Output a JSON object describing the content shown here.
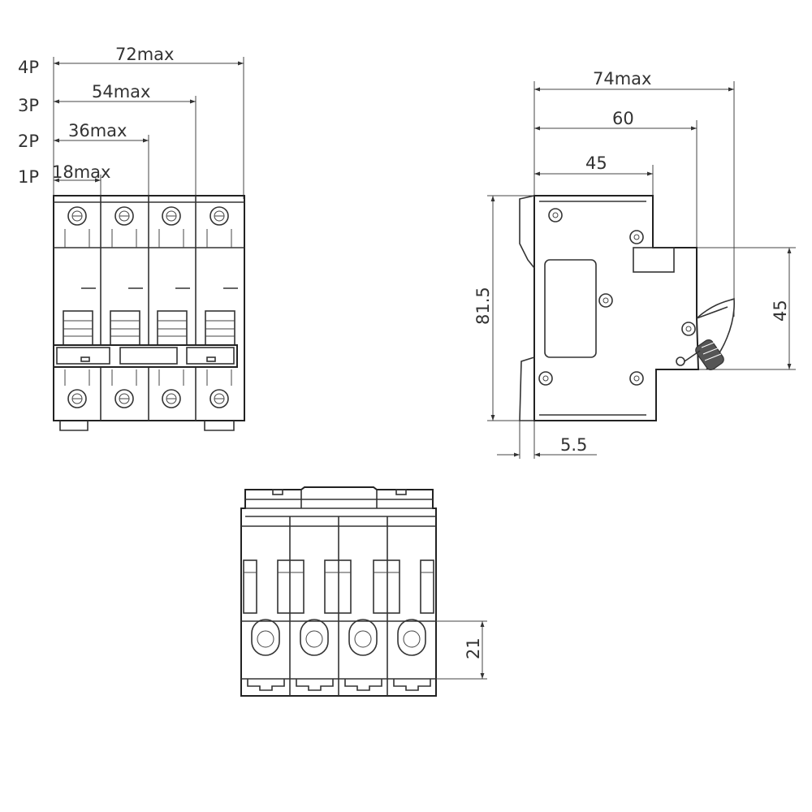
{
  "front_view": {
    "pole_labels": [
      "4P",
      "3P",
      "2P",
      "1P"
    ],
    "width_dims": [
      "72max",
      "54max",
      "36max",
      "18max"
    ]
  },
  "side_view": {
    "dims": {
      "overall_depth": "74max",
      "depth_60": "60",
      "depth_45": "45",
      "height": "81.5",
      "front_height": "45",
      "rail_offset": "5.5"
    }
  },
  "bottom_view": {
    "dims": {
      "terminal_height": "21"
    }
  }
}
